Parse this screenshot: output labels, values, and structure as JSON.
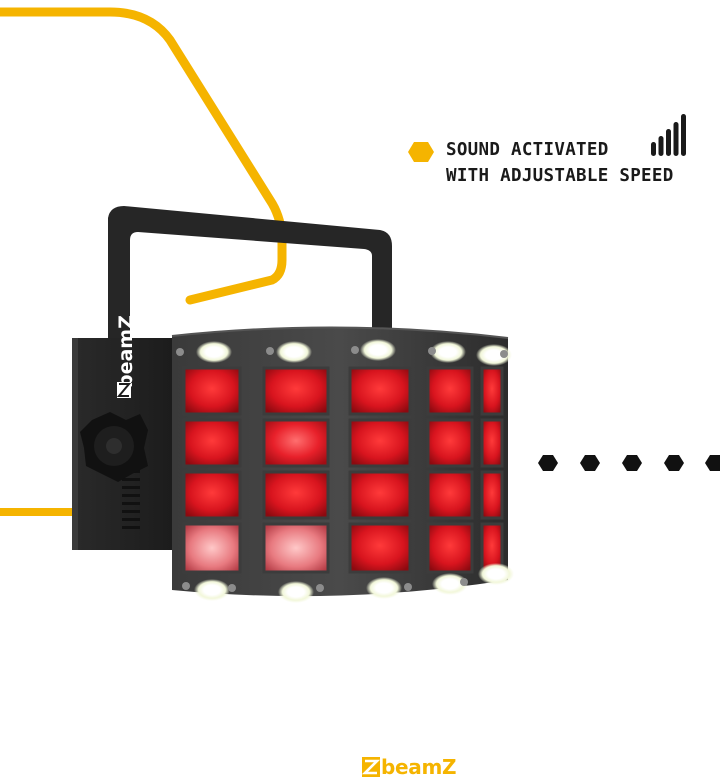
{
  "feature": {
    "line1": "SOUND ACTIVATED",
    "line2": "WITH ADJUSTABLE SPEED",
    "bullet_icon": "hexagon-bullet-icon",
    "sound_icon": "sound-level-bars-icon"
  },
  "product": {
    "side_logo": "beamZ"
  },
  "footer": {
    "brand_text": "beamZ",
    "brand_icon": "beamz-logo-icon"
  },
  "colors": {
    "accent": "#F5B400",
    "dark": "#1a1a1a",
    "lens_red": "#D8141E",
    "led_white": "#FFFFFF"
  }
}
